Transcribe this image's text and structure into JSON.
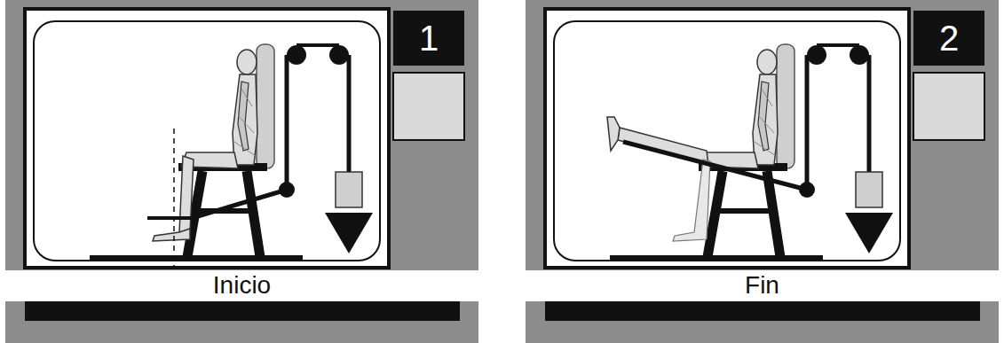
{
  "diagram": {
    "nodes": [
      {
        "text": [
          "1"
        ]
      },
      {
        "text": [
          "Inicio"
        ]
      },
      {
        "text": [
          "2"
        ]
      },
      {
        "text": [
          "Fin"
        ]
      }
    ]
  }
}
